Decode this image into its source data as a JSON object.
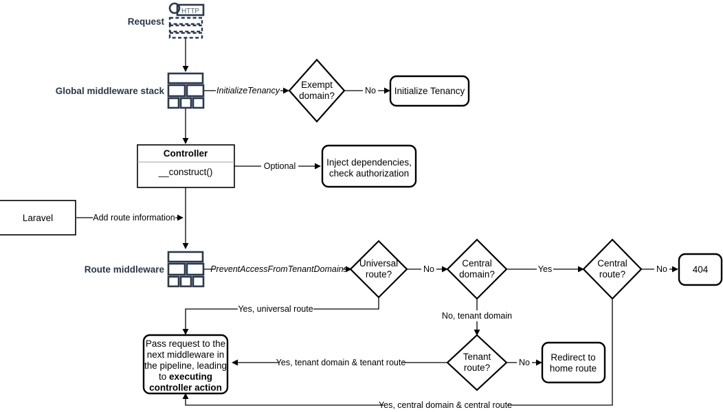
{
  "diagram": {
    "title": "Laravel multi-tenancy request lifecycle flowchart",
    "background": "#ffffff",
    "line_color": "#000000",
    "icon_color": "#29384d"
  },
  "side_labels": {
    "request": "Request",
    "global_middleware": "Global middleware stack",
    "route_middleware": "Route middleware"
  },
  "icons": {
    "http_badge": "HTTP"
  },
  "nodes": {
    "initialize_tenancy": "Initialize Tenancy",
    "exempt_domain": "Exempt domain?",
    "controller_title": "Controller",
    "controller_method": "__construct()",
    "inject_dependencies_line1": "Inject dependencies,",
    "inject_dependencies_line2": "check authorization",
    "laravel": "Laravel",
    "universal_route": "Universal route?",
    "central_domain": "Central domain?",
    "central_route": "Central route?",
    "not_found": "404",
    "tenant_route": "Tenant route?",
    "redirect_home_line1": "Redirect to",
    "redirect_home_line2": "home route",
    "pass_request_line1": "Pass request to the",
    "pass_request_line2": "next middleware in",
    "pass_request_line3": "the pipeline, leading",
    "pass_request_line4_normal": "to ",
    "pass_request_line4_bold": "executing",
    "pass_request_line5_bold": "controller action"
  },
  "edges": {
    "initialize_tenancy_mw": "InitializeTenancy",
    "exempt_no": "No",
    "controller_optional": "Optional",
    "add_route_information": "Add route information",
    "prevent_access": "PreventAccessFromTenantDomains",
    "universal_no": "No",
    "central_domain_yes": "Yes",
    "central_route_no": "No",
    "no_tenant_domain": "No, tenant domain",
    "tenant_route_no": "No",
    "yes_universal_route": "Yes, universal route",
    "yes_tenant_domain_tenant_route": "Yes, tenant domain & tenant route",
    "yes_central_domain_central_route": "Yes, central domain & central route"
  }
}
